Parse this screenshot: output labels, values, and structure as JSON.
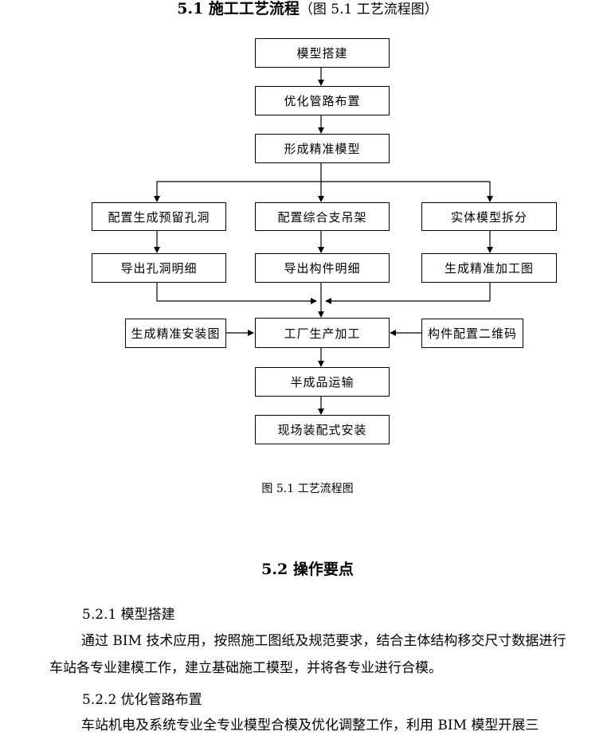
{
  "section_5_1": {
    "heading": "5.1 施工工艺流程",
    "heading_note": "（图 5.1 工艺流程图）"
  },
  "flowchart": {
    "step_model_build": "模型搭建",
    "step_optimize_pipes": "优化管路布置",
    "step_precise_model": "形成精准模型",
    "branch_left_1": "配置生成预留孔洞",
    "branch_mid_1": "配置综合支吊架",
    "branch_right_1": "实体模型拆分",
    "branch_left_2": "导出孔洞明细",
    "branch_mid_2": "导出构件明细",
    "branch_right_2": "生成精准加工图",
    "input_left": "生成精准安装图",
    "step_factory": "工厂生产加工",
    "input_right": "构件配置二维码",
    "step_semi_transport": "半成品运输",
    "step_site_install": "现场装配式安装"
  },
  "caption": "图 5.1  工艺流程图",
  "section_5_2": {
    "heading": "5.2  操作要点",
    "sub1_heading": "5.2.1  模型搭建",
    "sub1_para": "通过 BIM 技术应用，按照施工图纸及规范要求，结合主体结构移交尺寸数据进行车站各专业建模工作，建立基础施工模型，并将各专业进行合模。",
    "sub2_heading": "5.2.2  优化管路布置",
    "sub2_para": "车站机电及系统专业全专业模型合模及优化调整工作，利用 BIM 模型开展三"
  }
}
